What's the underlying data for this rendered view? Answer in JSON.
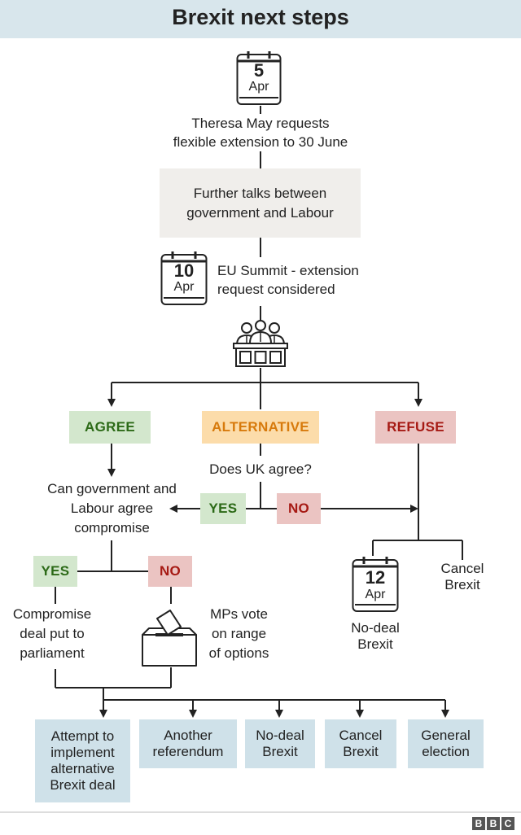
{
  "title": "Brexit next steps",
  "calendar_1": {
    "day": "5",
    "month": "Apr"
  },
  "step_1": [
    "Theresa May requests",
    "flexible extension to 30 June"
  ],
  "talks_box": [
    "Further talks between",
    "government and Labour"
  ],
  "calendar_2": {
    "day": "10",
    "month": "Apr"
  },
  "summit": [
    "EU Summit - extension",
    "request considered"
  ],
  "icons": {
    "summit": "eu-leaders-podium-icon",
    "ballot": "ballot-box-icon",
    "calendar": "calendar-icon"
  },
  "outcomes": {
    "agree": "AGREE",
    "alternative": "ALTERNATIVE",
    "refuse": "REFUSE"
  },
  "alt_question": "Does UK agree?",
  "alt_yes": "YES",
  "alt_no": "NO",
  "compromise_question": [
    "Can government and",
    "Labour agree",
    "compromise"
  ],
  "comp_yes": "YES",
  "comp_no": "NO",
  "compromise_deal": [
    "Compromise",
    "deal put to",
    "parliament"
  ],
  "mps_vote": [
    "MPs vote",
    "on range",
    "of options"
  ],
  "calendar_3": {
    "day": "12",
    "month": "Apr"
  },
  "no_deal_1": [
    "No-deal",
    "Brexit"
  ],
  "cancel_1": [
    "Cancel",
    "Brexit"
  ],
  "final_options": [
    [
      "Attempt to",
      "implement",
      "alternative",
      "Brexit deal"
    ],
    [
      "Another",
      "referendum"
    ],
    [
      "No-deal",
      "Brexit"
    ],
    [
      "Cancel",
      "Brexit"
    ],
    [
      "General",
      "election"
    ]
  ],
  "source_logo": [
    "B",
    "B",
    "C"
  ],
  "colors": {
    "green": "#2c6a17",
    "orange": "#d77a0c",
    "red": "#a61a14",
    "title_bg": "#d8e6ec",
    "box_blue": "#cfe1e9"
  }
}
